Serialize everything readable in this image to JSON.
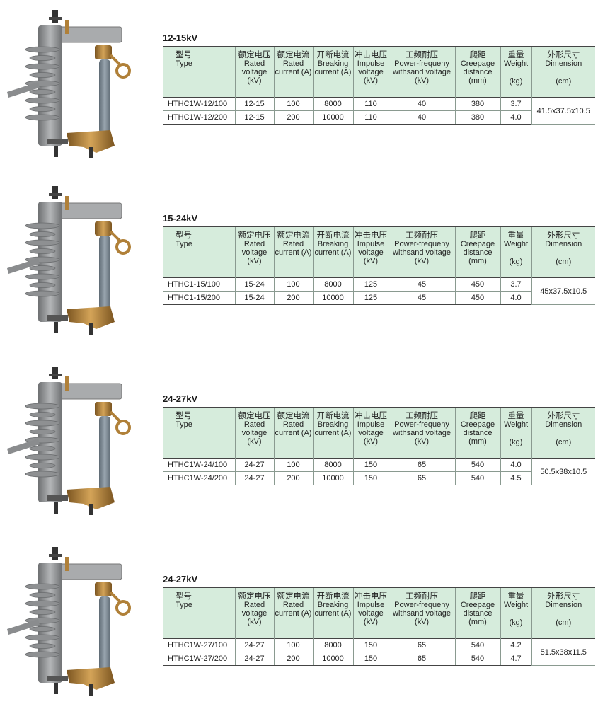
{
  "headers": {
    "model_cn": "型号",
    "model_en": "Type",
    "rated_voltage_cn": "额定电压",
    "rated_voltage_en": "Rated voltage (kV)",
    "rated_current_cn": "额定电流",
    "rated_current_en": "Rated current (A)",
    "breaking_current_cn": "开断电流",
    "breaking_current_en": "Breaking current (A)",
    "impulse_voltage_cn": "冲击电压",
    "impulse_voltage_en": "Impulse voltage (kV)",
    "power_freq_cn": "工频耐压",
    "power_freq_en": "Power-frequeny withsand voltage (kV)",
    "creepage_cn": "爬距",
    "creepage_en": "Creepage distance (mm)",
    "weight_cn": "重量",
    "weight_en": "Weight",
    "weight_unit": "(kg)",
    "dimension_cn": "外形尺寸",
    "dimension_en": "Dimension",
    "dimension_unit": "(cm)"
  },
  "sections": [
    {
      "heading": "12-15kV",
      "dimension": "41.5x37.5x10.5",
      "rows": [
        {
          "type": "HTHC1W-12/100",
          "rated_voltage": "12-15",
          "rated_current": "100",
          "breaking_current": "8000",
          "impulse_voltage": "110",
          "power_freq": "40",
          "creepage": "380",
          "weight": "3.7"
        },
        {
          "type": "HTHC1W-12/200",
          "rated_voltage": "12-15",
          "rated_current": "200",
          "breaking_current": "10000",
          "impulse_voltage": "110",
          "power_freq": "40",
          "creepage": "380",
          "weight": "4.0"
        }
      ]
    },
    {
      "heading": "15-24kV",
      "dimension": "45x37.5x10.5",
      "rows": [
        {
          "type": "HTHC1-15/100",
          "rated_voltage": "15-24",
          "rated_current": "100",
          "breaking_current": "8000",
          "impulse_voltage": "125",
          "power_freq": "45",
          "creepage": "450",
          "weight": "3.7"
        },
        {
          "type": "HTHC1-15/200",
          "rated_voltage": "15-24",
          "rated_current": "200",
          "breaking_current": "10000",
          "impulse_voltage": "125",
          "power_freq": "45",
          "creepage": "450",
          "weight": "4.0"
        }
      ]
    },
    {
      "heading": "24-27kV",
      "dimension": "50.5x38x10.5",
      "rows": [
        {
          "type": "HTHC1W-24/100",
          "rated_voltage": "24-27",
          "rated_current": "100",
          "breaking_current": "8000",
          "impulse_voltage": "150",
          "power_freq": "65",
          "creepage": "540",
          "weight": "4.0"
        },
        {
          "type": "HTHC1W-24/200",
          "rated_voltage": "24-27",
          "rated_current": "200",
          "breaking_current": "10000",
          "impulse_voltage": "150",
          "power_freq": "65",
          "creepage": "540",
          "weight": "4.5"
        }
      ]
    },
    {
      "heading": "24-27kV",
      "dimension": "51.5x38x11.5",
      "rows": [
        {
          "type": "HTHC1W-27/100",
          "rated_voltage": "24-27",
          "rated_current": "100",
          "breaking_current": "8000",
          "impulse_voltage": "150",
          "power_freq": "65",
          "creepage": "540",
          "weight": "4.2"
        },
        {
          "type": "HTHC1W-27/200",
          "rated_voltage": "24-27",
          "rated_current": "200",
          "breaking_current": "10000",
          "impulse_voltage": "150",
          "power_freq": "65",
          "creepage": "540",
          "weight": "4.7"
        }
      ]
    }
  ],
  "colors": {
    "header_bg": "#d6ecdc",
    "insulator": "#9a9c9e",
    "brass": "#b08038"
  },
  "icons": [
    "drop-out-fuse-cutout-icon"
  ]
}
